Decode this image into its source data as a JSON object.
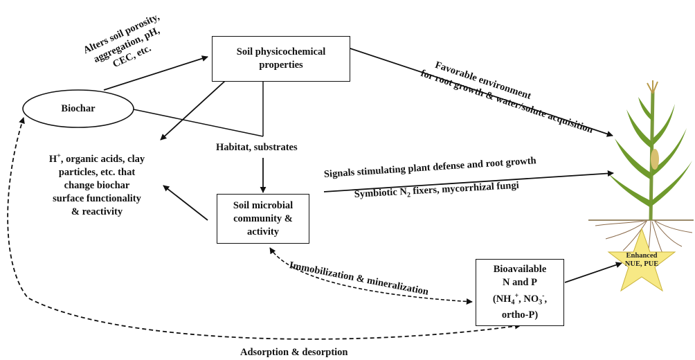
{
  "nodes": {
    "biochar": "Biochar",
    "soil_physicochemical": [
      "Soil physicochemical",
      "properties"
    ],
    "soil_microbial": [
      "Soil microbial",
      "community &",
      "activity"
    ],
    "bioavailable": {
      "line1": "Bioavailable",
      "line2": "N and P",
      "line3_open": "(NH",
      "nh_sub": "4",
      "nh_sup": "+",
      "line3_sep": ", NO",
      "no_sub": "3",
      "no_sup": "-",
      "line3_close": ",",
      "line4": "ortho-P)"
    },
    "enhanced": [
      "Enhanced",
      "NUE, PUE"
    ]
  },
  "labels": {
    "alters": [
      "Alters soil porosity,",
      "aggregation, pH,",
      "CEC, etc."
    ],
    "favorable": [
      "Favorable environment",
      "for root growth & water/solute acquisition"
    ],
    "habitat": "Habitat, substrates",
    "h_plus_main": "H",
    "h_plus_sup": "+",
    "h_plus_rest": ", organic acids, clay",
    "h_lines": [
      "particles, etc. that",
      "change biochar",
      "surface functionality",
      "& reactivity"
    ],
    "signals": "Signals stimulating plant defense and root growth",
    "symbiotic_pre": "Symbiotic N",
    "symbiotic_sub": "2",
    "symbiotic_post": " fixers, mycorrhizal fungi",
    "immobilization": "Immobilization & mineralization",
    "adsorption": "Adsorption & desorption"
  },
  "colors": {
    "line": "#111111",
    "star_fill": "#f7e985",
    "stalk": "#7a9a3a",
    "leaf": "#6f9a2c",
    "root": "#8a6a4a"
  }
}
